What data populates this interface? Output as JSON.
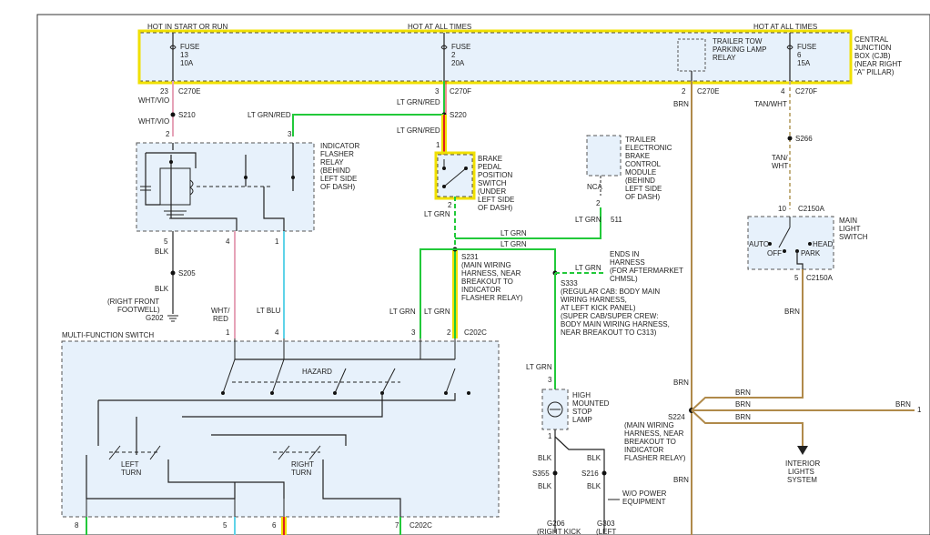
{
  "power": {
    "hot_start_run": "HOT IN START OR RUN",
    "hot_all_times_1": "HOT AT ALL TIMES",
    "hot_all_times_2": "HOT AT ALL TIMES"
  },
  "cjb": {
    "label_lines": [
      "CENTRAL",
      "JUNCTION",
      "BOX (CJB)",
      "(NEAR RIGHT",
      "\"A\" PILLAR)"
    ],
    "fuse13": [
      "FUSE",
      "13",
      "10A"
    ],
    "fuse2": [
      "FUSE",
      "2",
      "20A"
    ],
    "fuse6": [
      "FUSE",
      "6",
      "15A"
    ],
    "trailer_relay": [
      "TRAILER TOW",
      "PARKING LAMP",
      "RELAY"
    ]
  },
  "connectors": {
    "c270e_a": "C270E",
    "c270f_a": "C270F",
    "c270e_b": "C270E",
    "c270f_b": "C270F",
    "pin23": "23",
    "pin3": "3",
    "pin2": "2",
    "pin4": "4",
    "c2150a_top": "C2150A",
    "c2150a_bot": "C2150A",
    "c202c_mid": "C202C",
    "c202c_bot": "C202C"
  },
  "splices": {
    "s210": "S210",
    "s220": "S220",
    "s205": "S205",
    "s231": "S231",
    "s333": "S333",
    "s266": "S266",
    "s224": "S224",
    "s355": "S355",
    "s216": "S216"
  },
  "wires": {
    "wht_vio_1": "WHT/VIO",
    "wht_vio_2": "WHT/VIO",
    "lt_grn_red_1": "LT GRN/RED",
    "lt_grn_red_2": "LT GRN/RED",
    "lt_grn_red_3": "LT GRN/RED",
    "blk_1": "BLK",
    "blk_2": "BLK",
    "wht_red": [
      "WHT/",
      "RED"
    ],
    "lt_blu": "LT BLU",
    "lt_grn_1": "LT GRN",
    "lt_grn_2": "LT GRN",
    "lt_grn_3": "LT GRN",
    "lt_grn_4": "LT GRN",
    "lt_grn_5": "LT GRN",
    "lt_grn_6": "LT GRN",
    "lt_grn_7": "LT GRN",
    "lt_grn_8": "LT GRN",
    "brn_1": "BRN",
    "brn_2": "BRN",
    "brn_3": "BRN",
    "brn_4": "BRN",
    "brn_5": "BRN",
    "brn_6": "BRN",
    "brn_7": "BRN",
    "brn_8": "BRN",
    "tan_wht_1": "TAN/WHT",
    "tan_wht_2": [
      "TAN/",
      "WHT"
    ],
    "blk_3": "BLK",
    "blk_4": "BLK",
    "blk_5": "BLK",
    "blk_6": "BLK",
    "w511": "511",
    "nca": "NCA"
  },
  "components": {
    "flasher": [
      "INDICATOR",
      "FLASHER",
      "RELAY",
      "(BEHIND",
      "LEFT SIDE",
      "OF DASH)"
    ],
    "brake_switch": [
      "BRAKE",
      "PEDAL",
      "POSITION",
      "SWITCH",
      "(UNDER",
      "LEFT SIDE",
      "OF DASH)"
    ],
    "trailer_module": [
      "TRAILER",
      "ELECTRONIC",
      "BRAKE",
      "CONTROL",
      "MODULE",
      "(BEHIND",
      "LEFT SIDE",
      "OF DASH)"
    ],
    "main_light": [
      "MAIN",
      "LIGHT",
      "SWITCH"
    ],
    "auto": "AUTO",
    "off": "OFF",
    "head": "HEAD",
    "park": "PARK",
    "multifunction": "MULTI-FUNCTION SWITCH",
    "hazard": "HAZARD",
    "left_turn": [
      "LEFT",
      "TURN"
    ],
    "right_turn": [
      "RIGHT",
      "TURN"
    ],
    "chmsl": [
      "HIGH",
      "MOUNTED",
      "STOP",
      "LAMP"
    ],
    "interior": [
      "INTERIOR",
      "LIGHTS",
      "SYSTEM"
    ]
  },
  "notes": {
    "g202": [
      "(RIGHT FRONT",
      "FOOTWELL)",
      "G202"
    ],
    "s231": [
      "S231",
      "(MAIN WIRING",
      "HARNESS, NEAR",
      "BREAKOUT TO",
      "INDICATOR",
      "FLASHER RELAY)"
    ],
    "ends": [
      "ENDS IN",
      "HARNESS",
      "(FOR AFTERMARKET",
      "CHMSL)"
    ],
    "s333": [
      "S333",
      "(REGULAR CAB: BODY MAIN",
      "WIRING HARNESS,",
      "AT LEFT KICK PANEL)",
      "(SUPER CAB/SUPER CREW:",
      "BODY MAIN WIRING HARNESS,",
      "NEAR BREAKOUT TO C313)"
    ],
    "s224": [
      "S224",
      "(MAIN WIRING",
      "HARNESS, NEAR",
      "BREAKOUT TO",
      "INDICATOR",
      "FLASHER RELAY)"
    ],
    "wo_power": [
      "W/O POWER",
      "EQUIPMENT"
    ],
    "g206": [
      "G206",
      "(RIGHT KICK"
    ],
    "g303": [
      "G303",
      "(LEFT"
    ]
  },
  "pins": {
    "p2a": "2",
    "p3a": "3",
    "p5": "5",
    "p4a": "4",
    "p1a": "1",
    "p1b": "1",
    "p2b": "2",
    "p2c": "2",
    "p10": "10",
    "p5b": "5",
    "p1c": "1",
    "p4b": "4",
    "p3b": "3",
    "p2d": "2",
    "p3c": "3",
    "p1d": "1",
    "p8": "8",
    "p5c": "5",
    "p6": "6",
    "p7": "7",
    "p1e": "1"
  },
  "colors": {
    "green": "#22c93a",
    "brown": "#b08a4a",
    "tan": "#c4b180",
    "pink": "#e6a3b8",
    "blue": "#5fd3e8",
    "highlight": "#f0e000",
    "red": "#e02020",
    "box_fill": "#e7f1fb"
  }
}
